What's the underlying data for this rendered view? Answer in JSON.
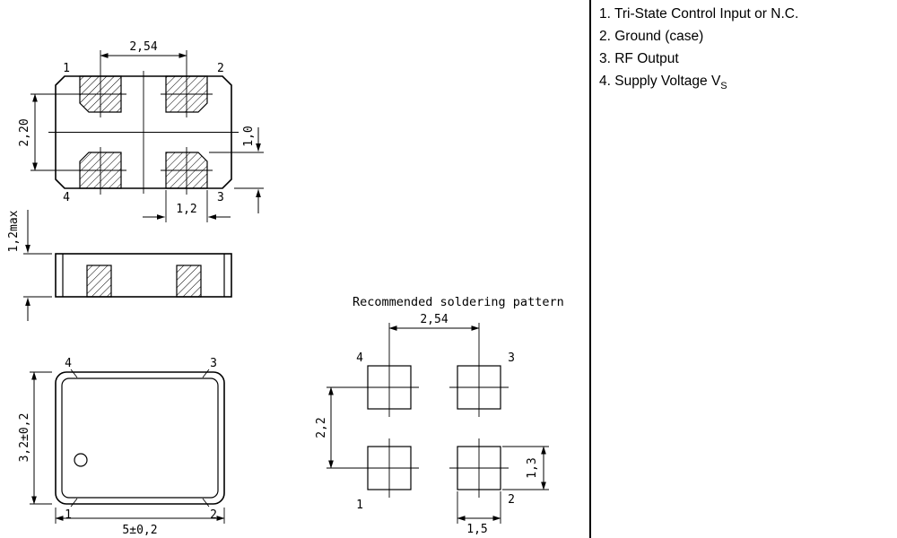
{
  "pin_list": {
    "items": [
      {
        "text": "1. Tri-State Control Input or N.C.",
        "sub": ""
      },
      {
        "text": "2. Ground (case)",
        "sub": ""
      },
      {
        "text": "3. RF Output",
        "sub": ""
      },
      {
        "text": "4. Supply Voltage V",
        "sub": "S"
      }
    ]
  },
  "top_view": {
    "dim_top": "2,54",
    "dim_left": "2,20",
    "dim_right": "1,0",
    "dim_bottom": "1,2",
    "pins": {
      "tl": "1",
      "tr": "2",
      "bl": "4",
      "br": "3"
    }
  },
  "side_view": {
    "dim_left": "1,2max"
  },
  "bottom_view": {
    "dim_left": "3,2±0,2",
    "dim_bottom": "5±0,2",
    "pins": {
      "tl": "4",
      "tr": "3",
      "bl": "1",
      "br": "2"
    }
  },
  "solder_pattern": {
    "title": "Recommended soldering pattern",
    "dim_top": "2,54",
    "dim_left": "2,2",
    "dim_right": "1,3",
    "dim_bottom": "1,5",
    "pins": {
      "tl": "4",
      "tr": "3",
      "bl": "1",
      "br": "2"
    }
  }
}
